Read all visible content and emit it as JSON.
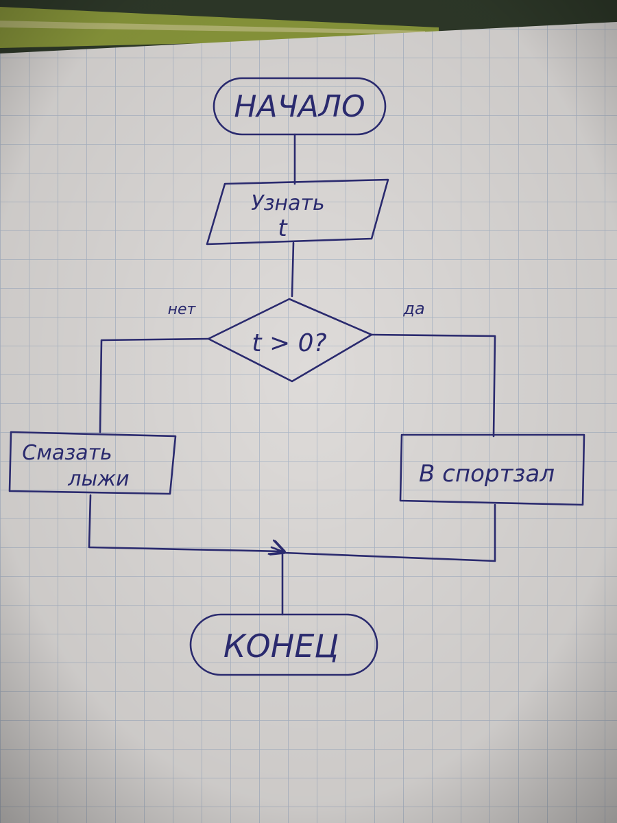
{
  "flowchart": {
    "start": "НАЧАЛО",
    "input": {
      "line1": "Узнать",
      "line2": "t"
    },
    "decision": "t > 0?",
    "branch_no": "нет",
    "branch_yes": "да",
    "action_no": {
      "line1": "Смазать",
      "line2": "лыжи"
    },
    "action_yes": "В спортзал",
    "end": "КОНЕЦ"
  },
  "colors": {
    "ink": "#2a2a6e",
    "paper": "#dedbd9",
    "grid": "#aeb9c9",
    "background": "#2f3a2a"
  }
}
